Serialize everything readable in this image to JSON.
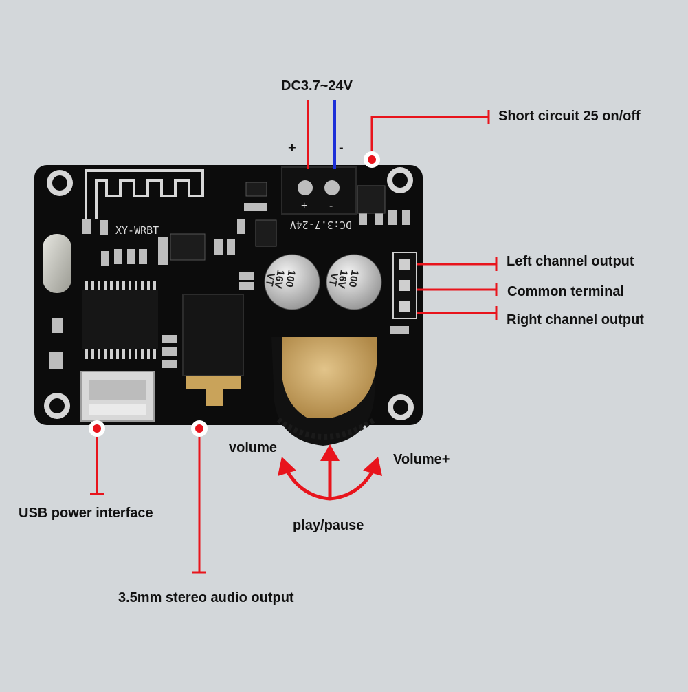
{
  "board": {
    "model_label": "XY-WRBT",
    "voltage_silk": "DC:3.7-24V",
    "terminal_plus": "+",
    "terminal_minus": "-",
    "capacitor_text": [
      "100",
      "16V",
      "VT"
    ]
  },
  "labels": {
    "power": "DC3.7~24V",
    "plus_sign": "+",
    "minus_sign": "-",
    "short_circuit": "Short circuit 25 on/off",
    "left_channel": "Left channel output",
    "common_terminal": "Common terminal",
    "right_channel": "Right channel output",
    "volume_minus": "volume",
    "volume_plus": "Volume+",
    "play_pause": "play/pause",
    "usb_power": "USB power interface",
    "audio_output": "3.5mm stereo audio output"
  },
  "colors": {
    "background": "#d3d7da",
    "pcb": "#0c0c0c",
    "red_lead": "#e8141c",
    "blue_lead": "#1c2fd8",
    "arrow": "#e8141c",
    "callout_line": "#e8141c"
  }
}
